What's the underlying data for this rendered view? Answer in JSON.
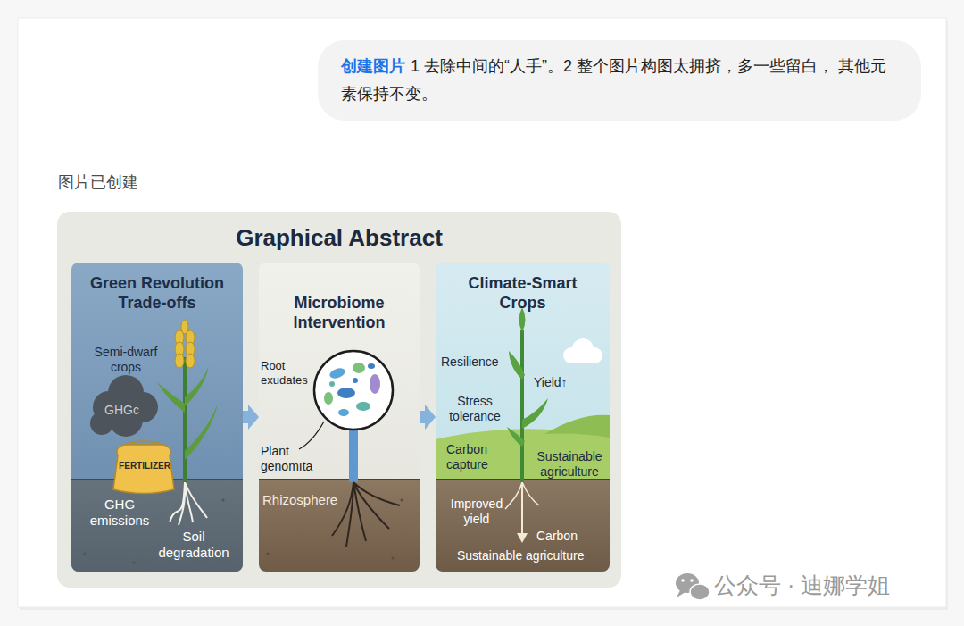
{
  "diagram": {
    "title": "Graphical Abstract",
    "nodes": [
      {
        "text": [
          "创建图片",
          "1 去除中间的“人手”。2 整个图片构图太拥挤，多一些留白， 其他元素保持不变。"
        ]
      },
      {
        "text": [
          "Green Revolution Trade-offs"
        ]
      },
      {
        "text": [
          "Microbiome Intervention"
        ]
      },
      {
        "text": [
          "Climate-Smart Crops"
        ]
      }
    ],
    "edges": [
      {
        "from": 1,
        "to": 2,
        "arrow": "to"
      },
      {
        "from": 2,
        "to": 3,
        "arrow": "to"
      }
    ],
    "labels": [
      "图片已创建",
      "Semi-dwarf crops",
      "GHGc",
      "FERTILIZER",
      "GHG emissions",
      "Soil degradation",
      "Root exudates",
      "Plant genomıta",
      "Rhizosphere",
      "Resilience",
      "Yield↑",
      "Stress tolerance",
      "Carbon capture",
      "Sustainable agriculture",
      "Improved yield",
      "Carbon",
      "Sustainable agriculture",
      "公众号 · 迪娜学姐"
    ]
  }
}
